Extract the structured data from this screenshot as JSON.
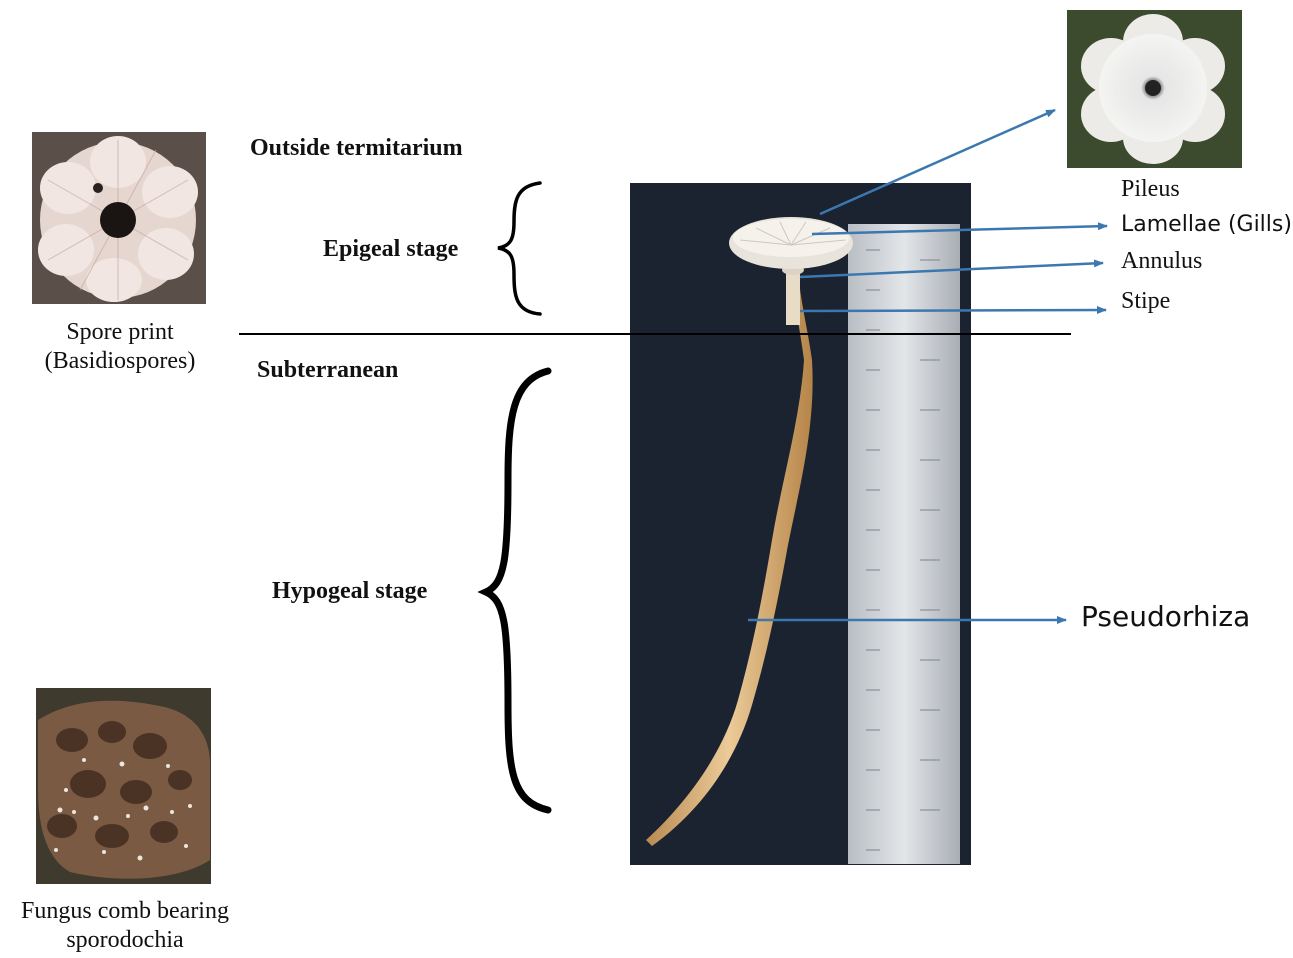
{
  "stage_labels": {
    "outside": "Outside termitarium",
    "epigeal": "Epigeal stage",
    "subterranean": "Subterranean",
    "hypogeal": "Hypogeal stage"
  },
  "captions": {
    "spore_print_line1": "Spore print",
    "spore_print_line2": "(Basidiospores)",
    "comb_line1": "Fungus comb bearing",
    "comb_line2": "sporodochia"
  },
  "parts": {
    "pileus": "Pileus",
    "lamellae": "Lamellae (Gills)",
    "annulus": "Annulus",
    "stipe": "Stipe",
    "pseudorhiza": "Pseudorhiza"
  },
  "colors": {
    "arrow": "#3c78b0",
    "photo_background": "#1b2230",
    "divider": "#000000"
  }
}
